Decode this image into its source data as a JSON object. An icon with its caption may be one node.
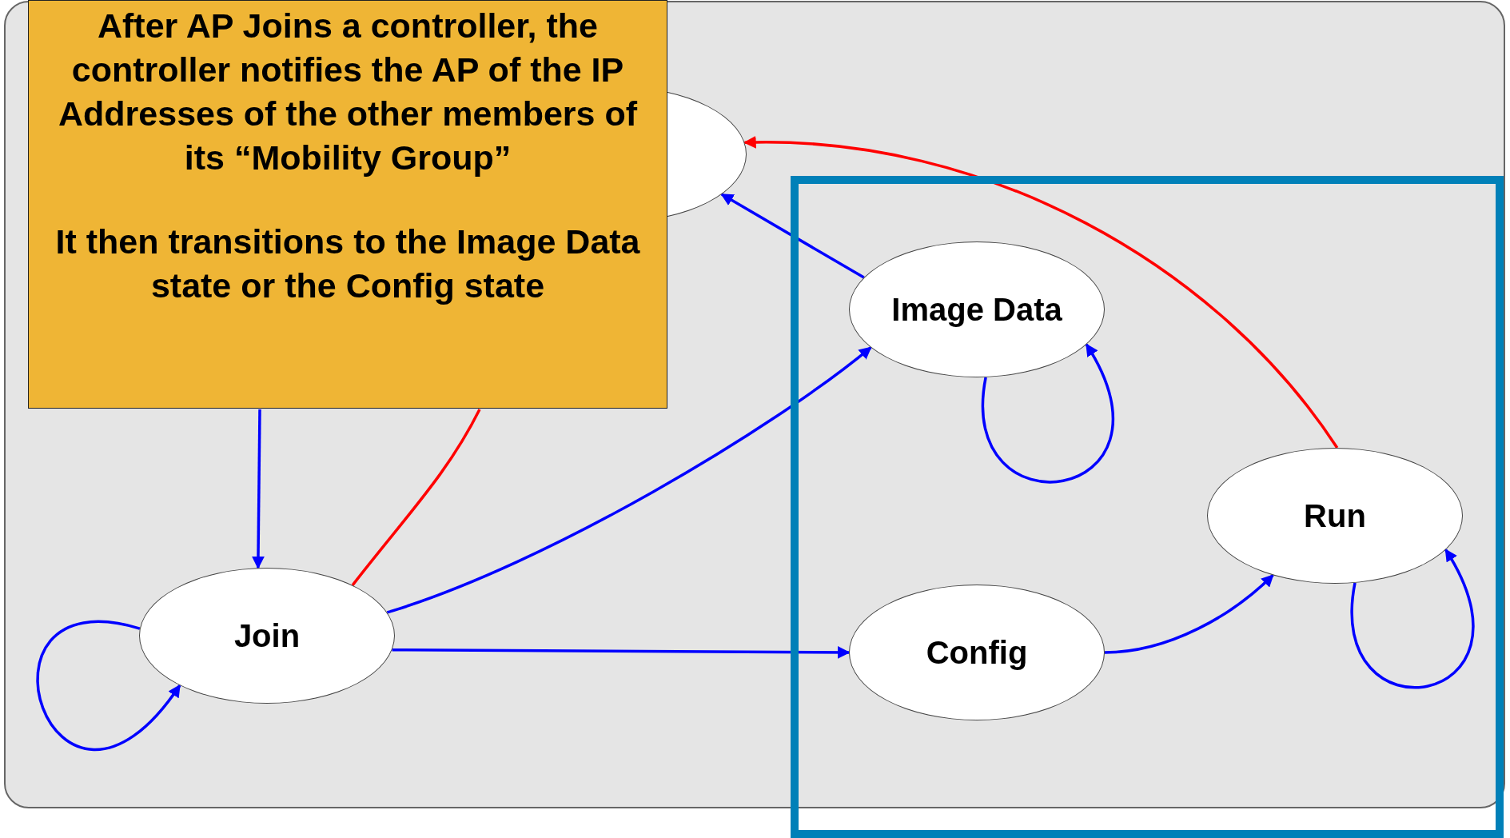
{
  "diagram": {
    "nodes": [
      {
        "text": [
          "After AP Joins a controller, the controller notifies the AP of the IP Addresses of the other members of its “Mobility Group”",
          "It then transitions to the Image Data state or the Config state"
        ]
      },
      {
        "text": [],
        "shape": "ellipse"
      },
      {
        "text": [
          "Image Data"
        ]
      },
      {
        "text": [
          "Run"
        ]
      },
      {
        "text": [
          "Join"
        ]
      },
      {
        "text": [
          "Config"
        ]
      }
    ],
    "edges": [
      {
        "from": 0,
        "to": 4,
        "arrow": "to"
      },
      {
        "from": 4,
        "to": 4,
        "arrow": "to"
      },
      {
        "from": 4,
        "to": 0,
        "arrow": "none",
        "color": "#ff0000"
      },
      {
        "from": 4,
        "to": 2,
        "arrow": "to"
      },
      {
        "from": 4,
        "to": 5,
        "arrow": "to"
      },
      {
        "from": 2,
        "to": 1,
        "arrow": "to"
      },
      {
        "from": 2,
        "to": 2,
        "arrow": "to"
      },
      {
        "from": 5,
        "to": 3,
        "arrow": "to"
      },
      {
        "from": 3,
        "to": 3,
        "arrow": "to"
      },
      {
        "from": 3,
        "to": 1,
        "arrow": "to",
        "color": "#ff0000"
      }
    ]
  }
}
